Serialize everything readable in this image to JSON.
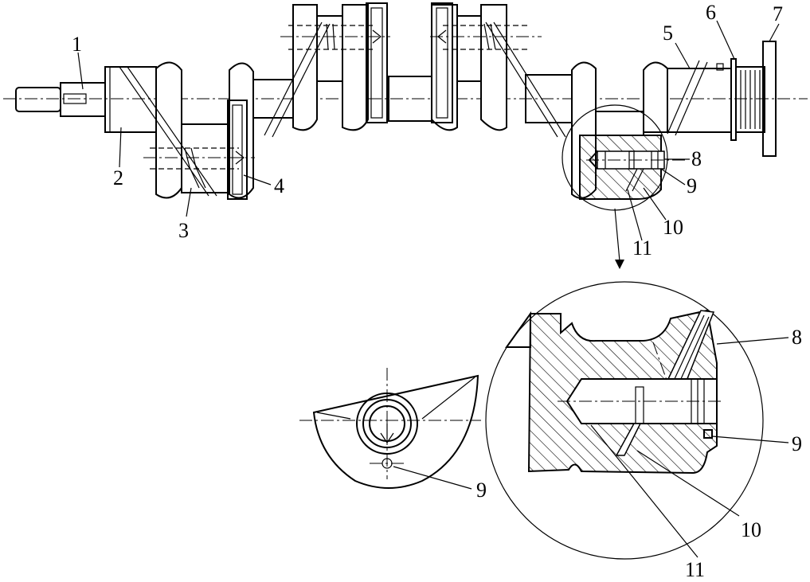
{
  "diagram": {
    "callouts": {
      "top": [
        "1",
        "2",
        "3",
        "4",
        "5",
        "6",
        "7",
        "8",
        "9",
        "10",
        "11"
      ],
      "detail": [
        "8",
        "9",
        "10",
        "11"
      ],
      "end_view": [
        "9"
      ]
    }
  }
}
